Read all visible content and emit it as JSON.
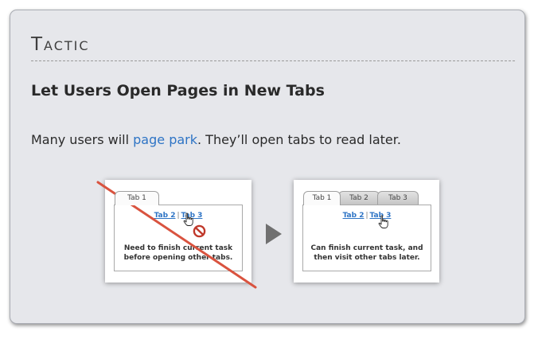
{
  "card": {
    "tactic_label": "Tactic",
    "title": "Let Users Open Pages in New Tabs",
    "body_prefix": "Many users will ",
    "body_link": "page park",
    "body_suffix": ". They’ll open tabs to read later."
  },
  "left_panel": {
    "tab_label": "Tab 1",
    "link_a": "Tab 2",
    "link_sep": "|",
    "link_b": "Tab 3",
    "caption_line1": "Need to finish current task",
    "caption_line2": "before opening other tabs."
  },
  "right_panel": {
    "tabs": [
      "Tab 1",
      "Tab 2",
      "Tab 3"
    ],
    "link_a": "Tab 2",
    "link_sep": "|",
    "link_b": "Tab 3",
    "caption_line1": "Can finish current task, and",
    "caption_line2": "then visit other tabs later."
  },
  "icons": {
    "hand_cursor": "hand-pointer-icon",
    "no_sign": "prohibited-icon",
    "strike": "red-strikethrough",
    "arrow": "play-arrow-icon"
  },
  "colors": {
    "link": "#2e74c5",
    "prohibit_red": "#c0392b",
    "strike_red": "#d9533f",
    "card_bg": "#e6e7eb"
  }
}
